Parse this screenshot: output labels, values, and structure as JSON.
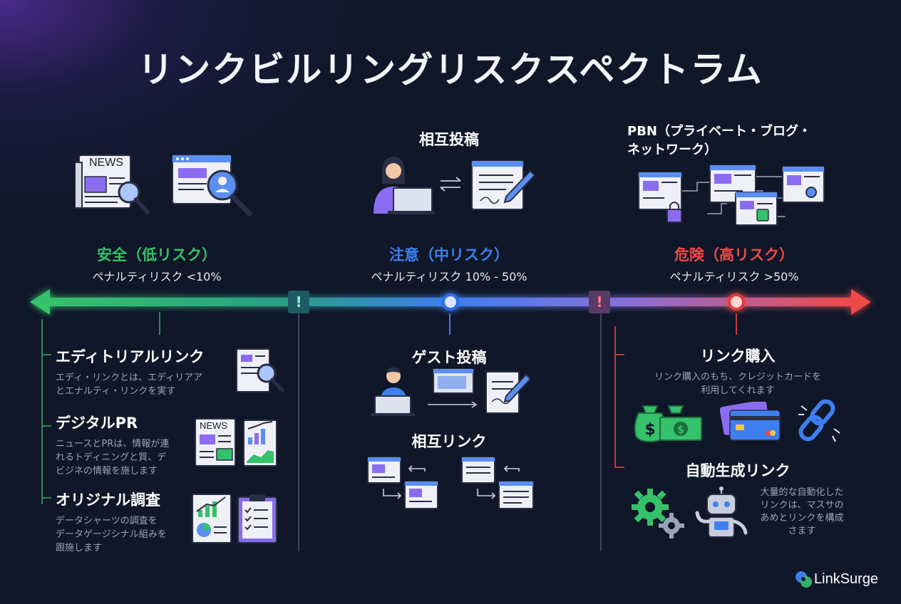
{
  "title": "リンクビルリングリスクスペクトラム",
  "zones": {
    "safe": {
      "label": "安全（低リスク）",
      "sub": "ペナルティリスク <10%",
      "color": "#35c26a"
    },
    "caution": {
      "label": "注意（中リスク）",
      "sub": "ペナルティリスク 10% - 50%",
      "color": "#3e7ff0"
    },
    "danger": {
      "label": "危険（高リスク）",
      "sub": "ペナルティリスク >50%",
      "color": "#ef4a47"
    }
  },
  "top": {
    "news_icon_text": "NEWS",
    "reciprocal_post": "相互投稿",
    "pbn_line1": "PBN（プライベート・ブログ・",
    "pbn_line2": "ネットワーク）"
  },
  "safe_items": [
    {
      "title": "エディトリアルリンク",
      "desc1": "エディ・リンクとは、エディリアア",
      "desc2": "とエナルティ・リンクを実す"
    },
    {
      "title": "デジタルPR",
      "desc1": "ニュースとPRは、情報が連",
      "desc2": "れるトディニングと質、デ",
      "desc3": "ビジネの情報を施します",
      "icon_text": "NEWS"
    },
    {
      "title": "オリジナル調査",
      "desc1": "データシャーツの調査を",
      "desc2": "データゲージシナル組みを",
      "desc3": "跟施します"
    }
  ],
  "caution_items": {
    "guest": "ゲスト投稿",
    "mutual": "相互リンク"
  },
  "danger_items": {
    "buy": {
      "title": "リンク購入",
      "desc1": "リンク購入のもち、クレジットカードを",
      "desc2": "利用してくれます"
    },
    "auto": {
      "title": "自動生成リンク",
      "desc1": "大量的な自動化した",
      "desc2": "リンクは、マスサの",
      "desc3": "あめとリンクを構成",
      "desc4": "さます"
    }
  },
  "brand": "LinkSurge",
  "markers": {
    "warning": "!"
  }
}
